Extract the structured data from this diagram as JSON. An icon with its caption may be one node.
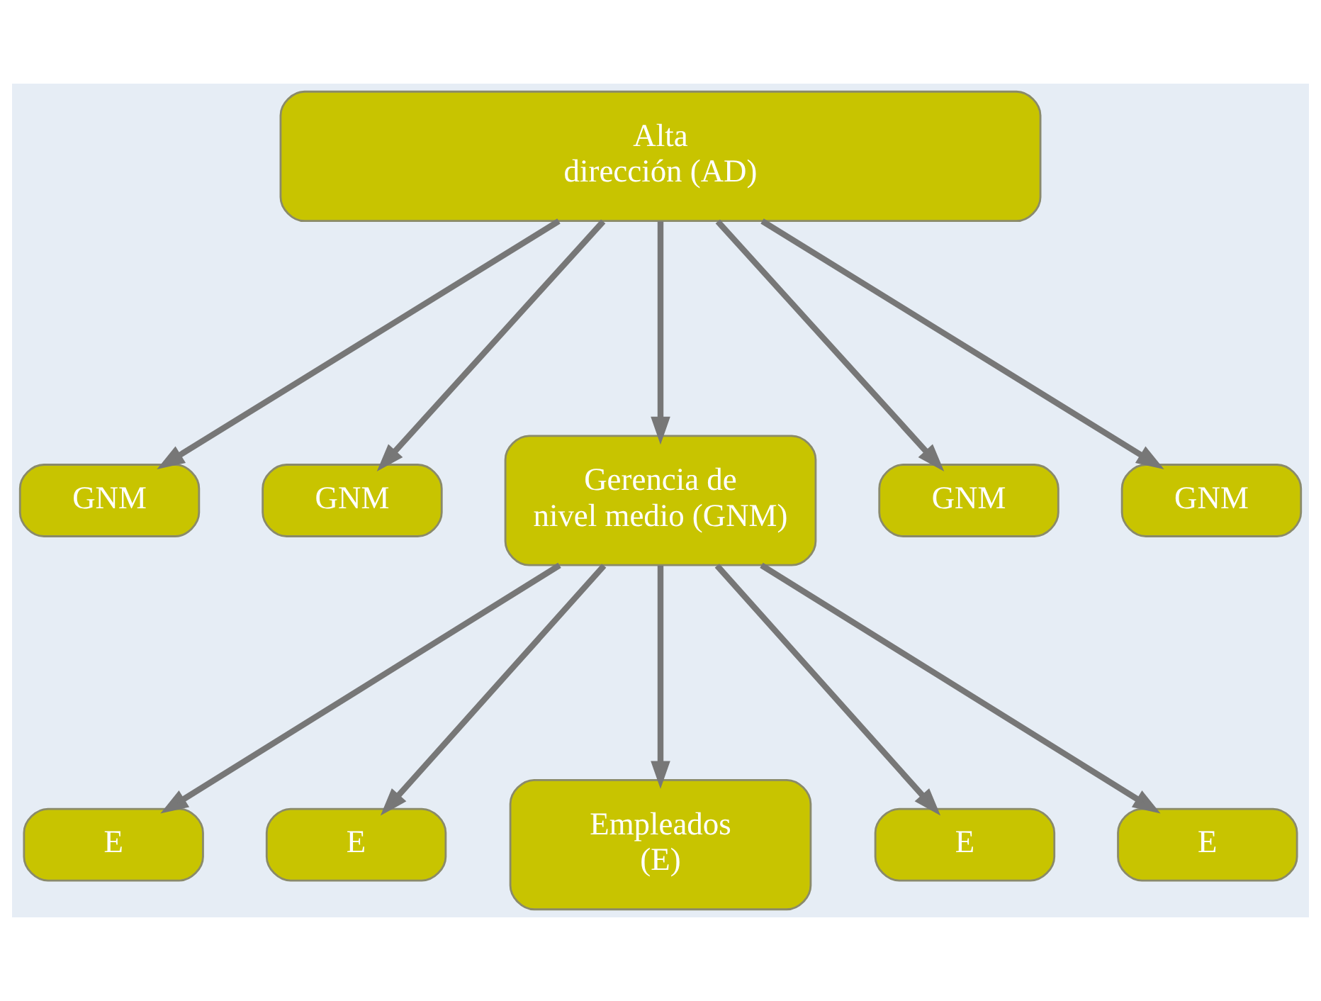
{
  "diagram": {
    "nodes": [
      {
        "text": [
          "Alta dirección (AD)"
        ]
      },
      {
        "text": [
          "GNM"
        ]
      },
      {
        "text": [
          "GNM"
        ]
      },
      {
        "text": [
          "Gerencia de nivel medio (GNM)"
        ]
      },
      {
        "text": [
          "GNM"
        ]
      },
      {
        "text": [
          "GNM"
        ]
      },
      {
        "text": [
          "E"
        ]
      },
      {
        "text": [
          "E"
        ]
      },
      {
        "text": [
          "Empleados (E)"
        ]
      },
      {
        "text": [
          "E"
        ]
      },
      {
        "text": [
          "E"
        ]
      }
    ],
    "edges": [
      {
        "from": 0,
        "to": 1,
        "arrow": "to"
      },
      {
        "from": 0,
        "to": 2,
        "arrow": "to"
      },
      {
        "from": 0,
        "to": 3,
        "arrow": "to"
      },
      {
        "from": 0,
        "to": 4,
        "arrow": "to"
      },
      {
        "from": 0,
        "to": 5,
        "arrow": "to"
      },
      {
        "from": 3,
        "to": 6,
        "arrow": "to"
      },
      {
        "from": 3,
        "to": 7,
        "arrow": "to"
      },
      {
        "from": 3,
        "to": 8,
        "arrow": "to"
      },
      {
        "from": 3,
        "to": 9,
        "arrow": "to"
      },
      {
        "from": 3,
        "to": 10,
        "arrow": "to"
      }
    ]
  }
}
